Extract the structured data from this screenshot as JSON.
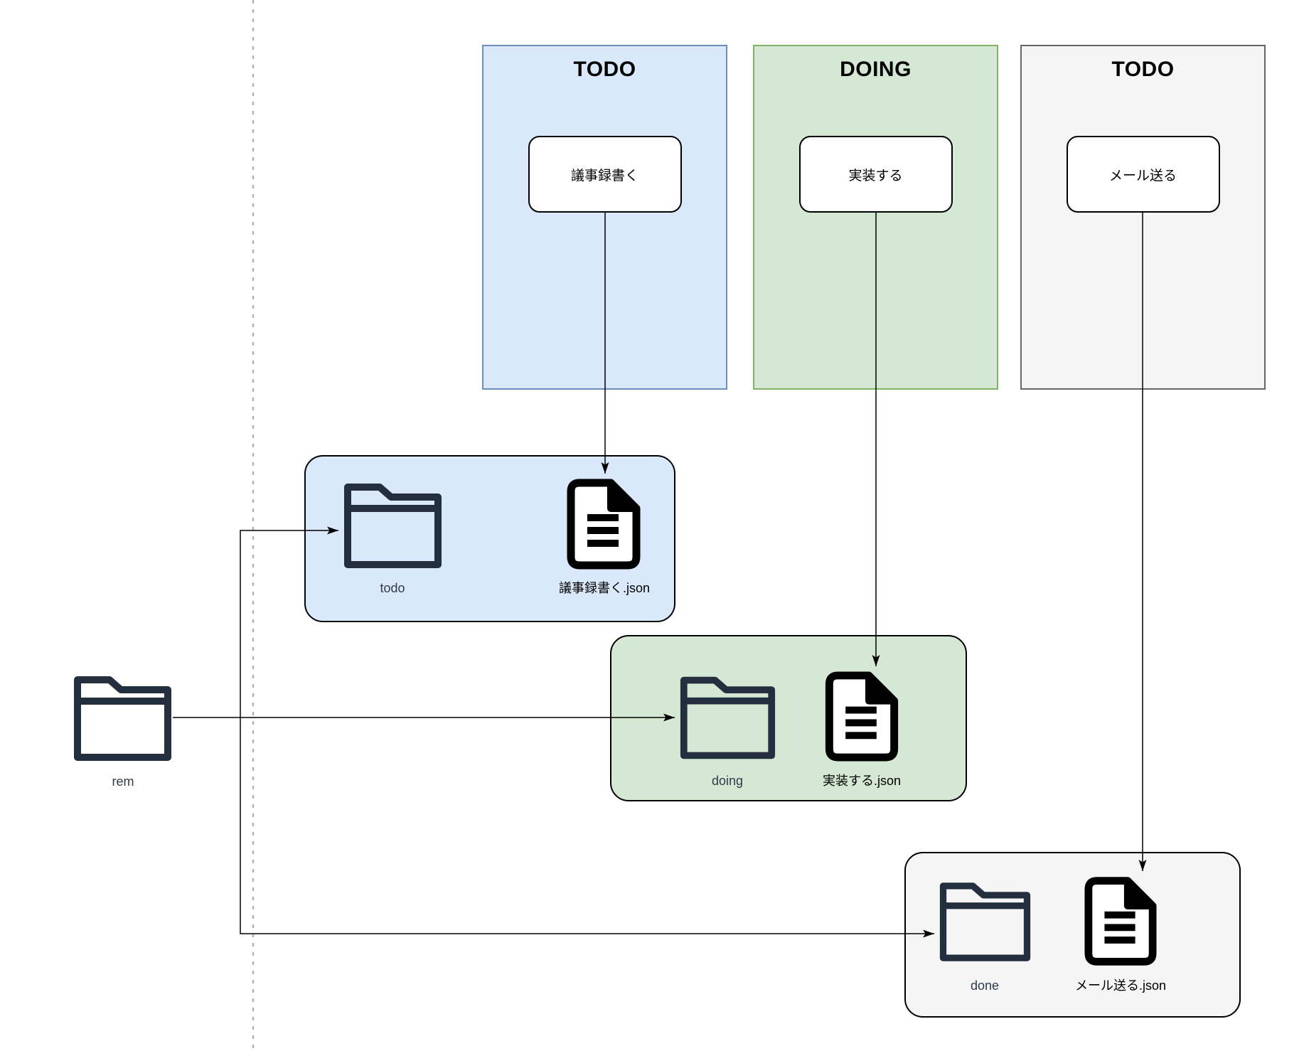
{
  "diagram": {
    "lanes": [
      {
        "title": "TODO",
        "card": "議事録書く",
        "fill": "#dae8fc",
        "border": "#6c8ebf"
      },
      {
        "title": "DOING",
        "card": "実装する",
        "fill": "#d5e8d4",
        "border": "#82b366"
      },
      {
        "title": "TODO",
        "card": "メール送る",
        "fill": "#f5f5f5",
        "border": "#666666"
      }
    ],
    "groups": [
      {
        "folder_label": "todo",
        "file_label": "議事録書く.json",
        "fill": "#dae8fc",
        "border": "#6c8ebf"
      },
      {
        "folder_label": "doing",
        "file_label": "実装する.json",
        "fill": "#d5e8d4",
        "border": "#82b366"
      },
      {
        "folder_label": "done",
        "file_label": "メール送る.json",
        "fill": "#f5f5f5",
        "border": "#666666"
      }
    ],
    "root_folder": {
      "label": "rem"
    },
    "colors": {
      "card_fill": "#ffffff",
      "card_border": "#000000",
      "edge_line": "#000000",
      "dashed_guide": "#b3b3b3",
      "folder_icon_stroke": "#232f3e",
      "file_icon": "#000000",
      "lane_title_text": "#000000",
      "folder_label_text": "#2f3b4c"
    }
  }
}
